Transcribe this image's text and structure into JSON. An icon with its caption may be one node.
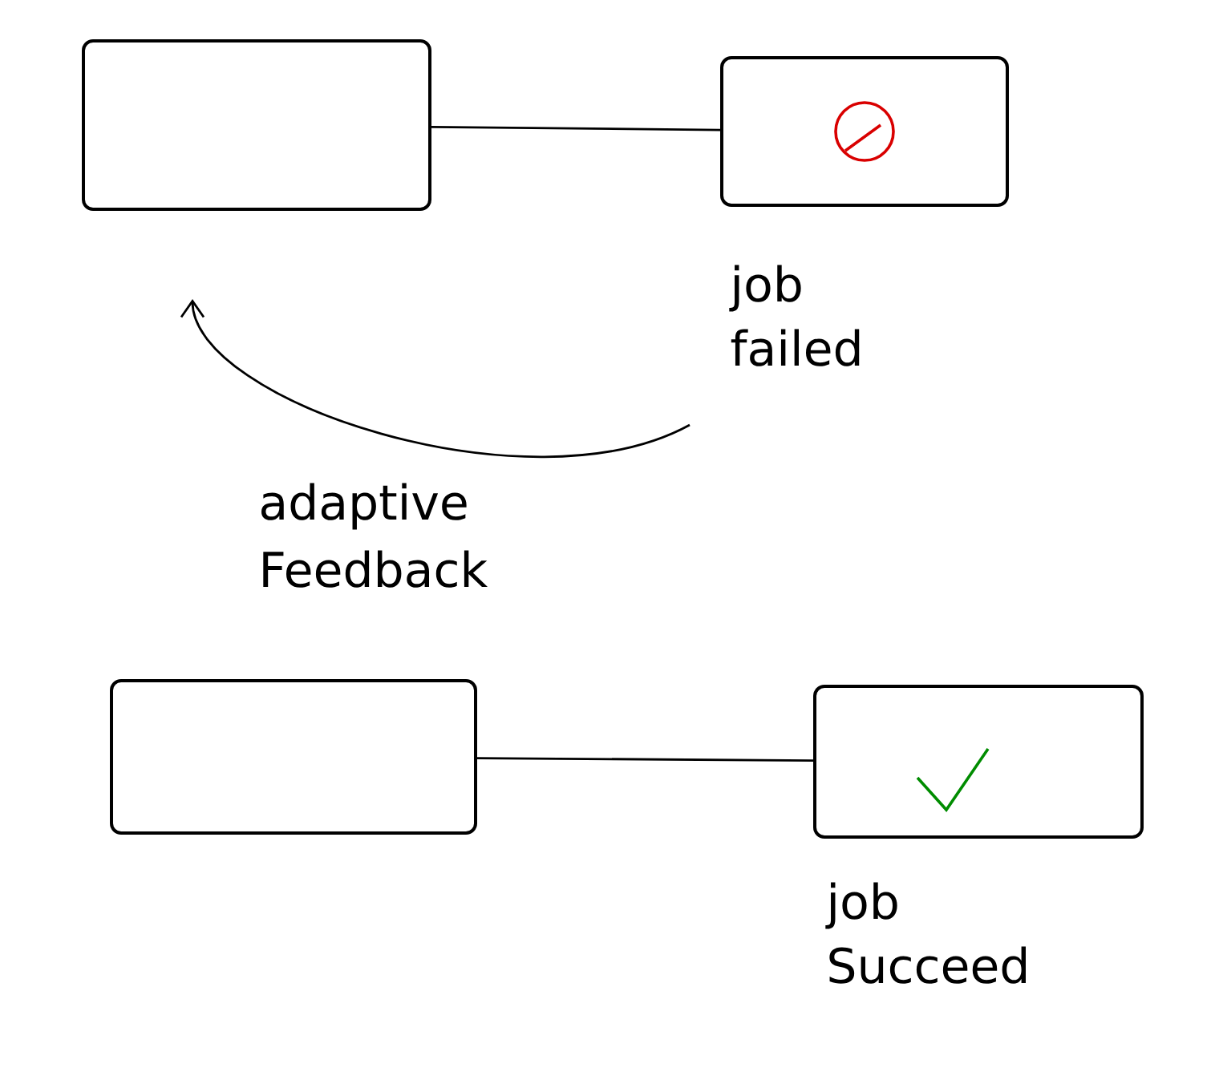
{
  "diagram": {
    "nodes": [
      {
        "text": [],
        "shape": "box"
      },
      {
        "text": [],
        "shape": "box",
        "beside": [
          "job failed"
        ]
      },
      {
        "text": [],
        "shape": "box"
      },
      {
        "text": [],
        "shape": "box",
        "beside": [
          "job Succeed"
        ]
      }
    ],
    "edges": [
      {
        "from": 0,
        "to": 1,
        "arrow": "none"
      },
      {
        "from": null,
        "to": 0,
        "arrow": "to",
        "label": "adaptive Feedback"
      },
      {
        "from": 2,
        "to": 3,
        "arrow": "none"
      }
    ]
  }
}
